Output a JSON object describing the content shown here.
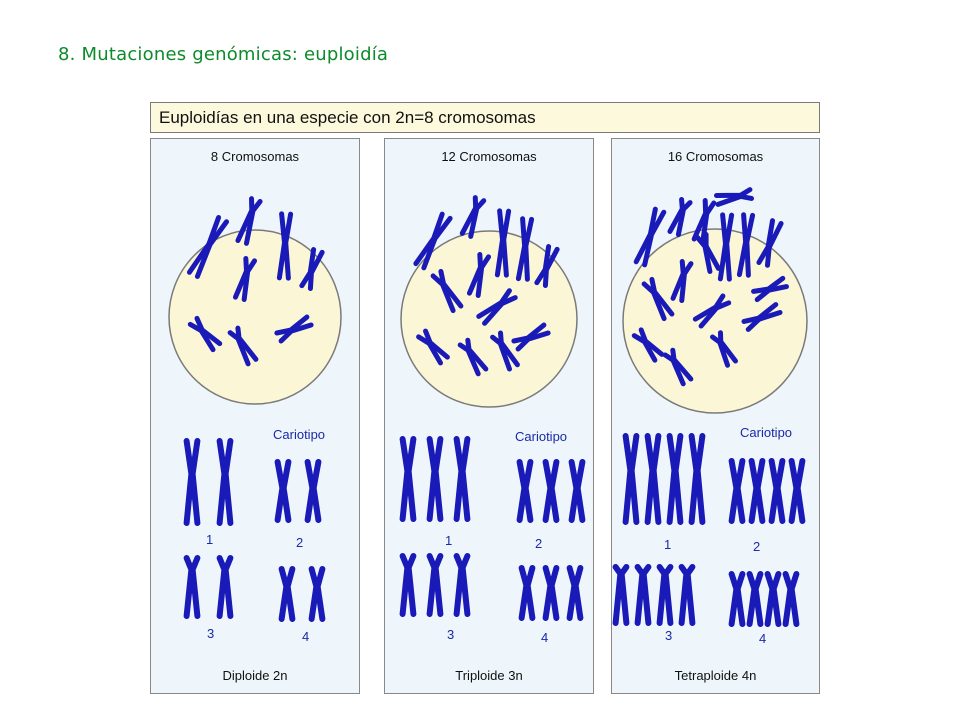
{
  "slide": {
    "title": "8. Mutaciones genómicas: euploidía"
  },
  "header": {
    "title": "Euploidías en una especie con 2n=8 cromosomas"
  },
  "colors": {
    "chromosome": "#1a1ab8",
    "cell_fill": "#fbf6d6",
    "panel_bg": "#eef6fb",
    "title_green": "#0d8a2a"
  },
  "panels": [
    {
      "count_label": "8 Cromosomas",
      "karyotype_label": "Cariotipo",
      "ploidy_label": "Diploide 2n",
      "copies": 2,
      "groups": [
        {
          "number": "1"
        },
        {
          "number": "2"
        },
        {
          "number": "3"
        },
        {
          "number": "4"
        }
      ]
    },
    {
      "count_label": "12 Cromosomas",
      "karyotype_label": "Cariotipo",
      "ploidy_label": "Triploide 3n",
      "copies": 3,
      "groups": [
        {
          "number": "1"
        },
        {
          "number": "2"
        },
        {
          "number": "3"
        },
        {
          "number": "4"
        }
      ]
    },
    {
      "count_label": "16 Cromosomas",
      "karyotype_label": "Cariotipo",
      "ploidy_label": "Tetraploide 4n",
      "copies": 4,
      "groups": [
        {
          "number": "1"
        },
        {
          "number": "2"
        },
        {
          "number": "3"
        },
        {
          "number": "4"
        }
      ]
    }
  ]
}
